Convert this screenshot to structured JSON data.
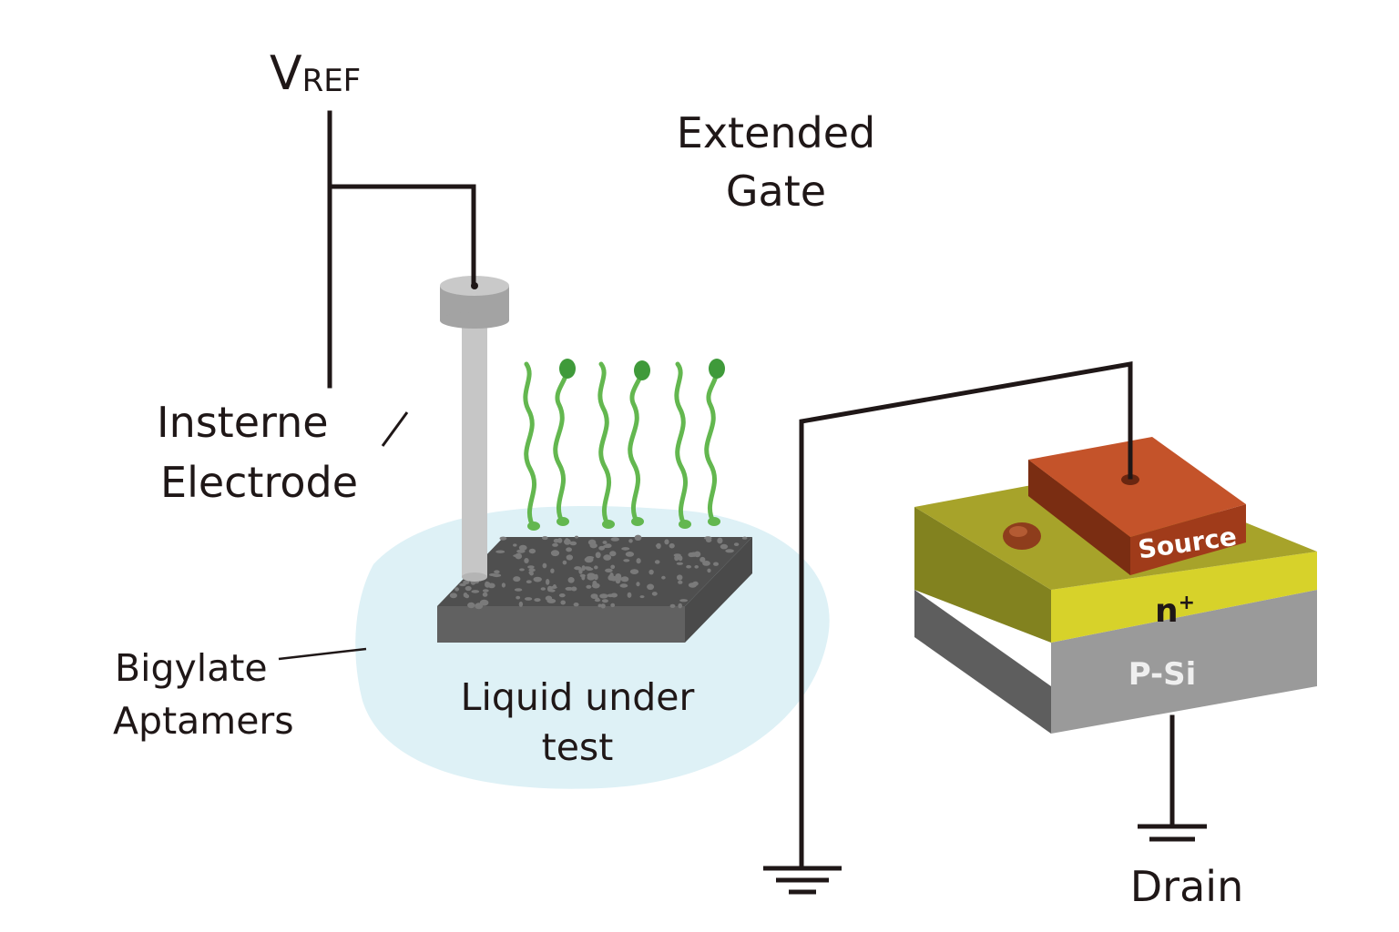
{
  "labels": {
    "vref_main": "V",
    "vref_sub": "REF",
    "extended_gate_line1": "Extended",
    "extended_gate_line2": "Gate",
    "electrode_line1": "Insterne",
    "electrode_line2": "Electrode",
    "aptamers_line1": "Bigylate",
    "aptamers_line2": "Aptamers",
    "liquid_line1": "Liquid under",
    "liquid_line2": "test",
    "source": "Source",
    "n_plus_main": "n",
    "n_plus_sup": "+",
    "p_si": "P-Si",
    "drain": "Drain"
  },
  "colors": {
    "wire": "#1f1717",
    "liquid": "#def1f6",
    "substrate_top": "#4f4f4f",
    "substrate_front": "#616161",
    "aptamer": "#63b74f",
    "aptamer_head": "#3f9a3a",
    "electrode_rod": "#c6c6c6",
    "electrode_cap": "#a3a3a3",
    "source_top": "#c4532a",
    "source_front": "#a03b1a",
    "source_side": "#7a2d12",
    "n_plus": "#d7d22a",
    "n_plus_top": "#a7a32a",
    "n_plus_side": "#82821f",
    "p_si_front": "#9a9a9a",
    "p_si_side": "#5e5e5e"
  }
}
